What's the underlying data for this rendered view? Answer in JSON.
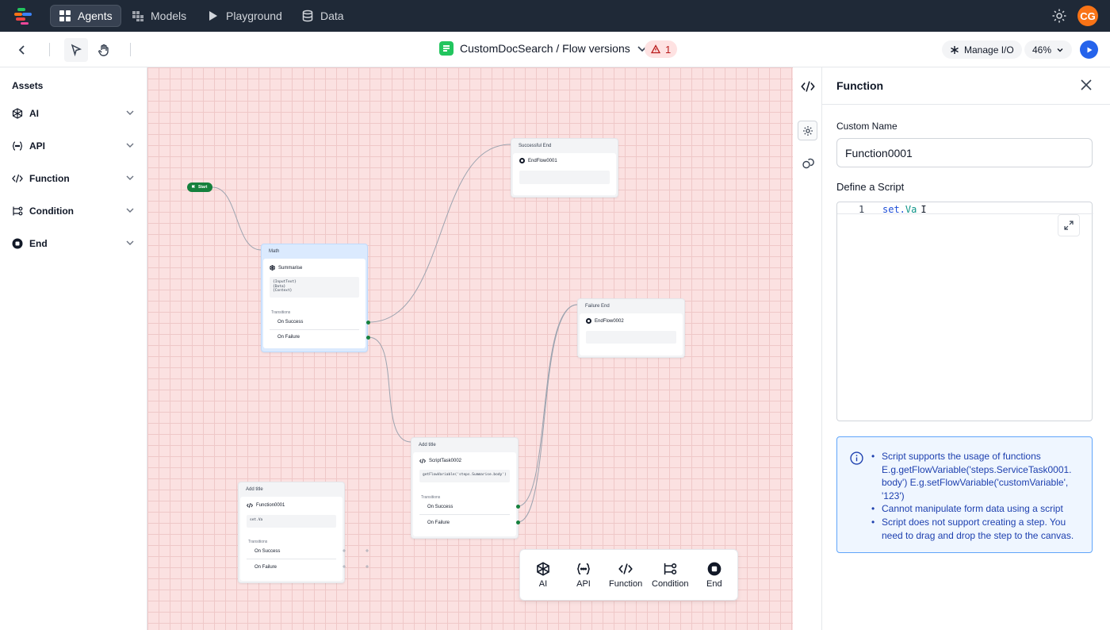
{
  "nav": {
    "tabs": [
      {
        "label": "Agents",
        "icon": "grid-icon",
        "active": true
      },
      {
        "label": "Models",
        "icon": "cubes-icon"
      },
      {
        "label": "Playground",
        "icon": "play-icon"
      },
      {
        "label": "Data",
        "icon": "database-icon"
      }
    ],
    "avatar_initials": "CG"
  },
  "toolbar": {
    "flow_title": "CustomDocSearch / Flow versions",
    "error_count": "1",
    "manage_io_label": "Manage I/O",
    "zoom": "46%"
  },
  "sidebar": {
    "title": "Assets",
    "items": [
      {
        "label": "AI",
        "icon": "ai-icon"
      },
      {
        "label": "API",
        "icon": "api-icon"
      },
      {
        "label": "Function",
        "icon": "code-icon"
      },
      {
        "label": "Condition",
        "icon": "condition-icon"
      },
      {
        "label": "End",
        "icon": "stop-icon"
      }
    ]
  },
  "canvas": {
    "start": {
      "label": "Start"
    },
    "successful_end": {
      "title": "Successful End",
      "name": "EndFlow0001"
    },
    "failure_end": {
      "title": "Failure End",
      "name": "EndFlow0002"
    },
    "math": {
      "title": "Math",
      "name": "Summarise",
      "prompt": [
        "{InputText}",
        "{Data}",
        "{Context}"
      ],
      "transitions_label": "Transitions",
      "on_success": "On Success",
      "on_failure": "On Failure"
    },
    "script_task": {
      "title": "Add title",
      "name": "ScriptTask0002",
      "code": "getFlowVariable('steps.Summarise.body')",
      "transitions_label": "Transitions",
      "on_success": "On Success",
      "on_failure": "On Failure"
    },
    "function_node": {
      "title": "Add title",
      "name": "Function0001",
      "code": "set.Va",
      "transitions_label": "Transitions",
      "on_success": "On Success",
      "on_failure": "On Failure"
    }
  },
  "palette": {
    "items": [
      {
        "label": "AI",
        "icon": "ai-icon"
      },
      {
        "label": "API",
        "icon": "api-icon"
      },
      {
        "label": "Function",
        "icon": "code-icon"
      },
      {
        "label": "Condition",
        "icon": "condition-icon"
      },
      {
        "label": "End",
        "icon": "stop-icon"
      }
    ]
  },
  "panel": {
    "title": "Function",
    "custom_name_label": "Custom Name",
    "custom_name_value": "Function0001",
    "script_label": "Define a Script",
    "line_number": "1",
    "code_prefix": "set.",
    "code_rest": "Va",
    "info_items": [
      "Script supports the usage of functions E.g.getFlowVariable('steps.ServiceTask0001. body') E.g.setFlowVariable('customVariable', '123')",
      "Cannot manipulate form data using a script",
      "Script does not support creating a step. You need to drag and drop the step to the canvas."
    ]
  },
  "colors": {
    "nav_bg": "#1f2937",
    "canvas_bg": "#fbe1e1",
    "accent_blue": "#2563eb",
    "success_green": "#15803d",
    "avatar_orange": "#f97316",
    "info_text": "#1e40af"
  }
}
